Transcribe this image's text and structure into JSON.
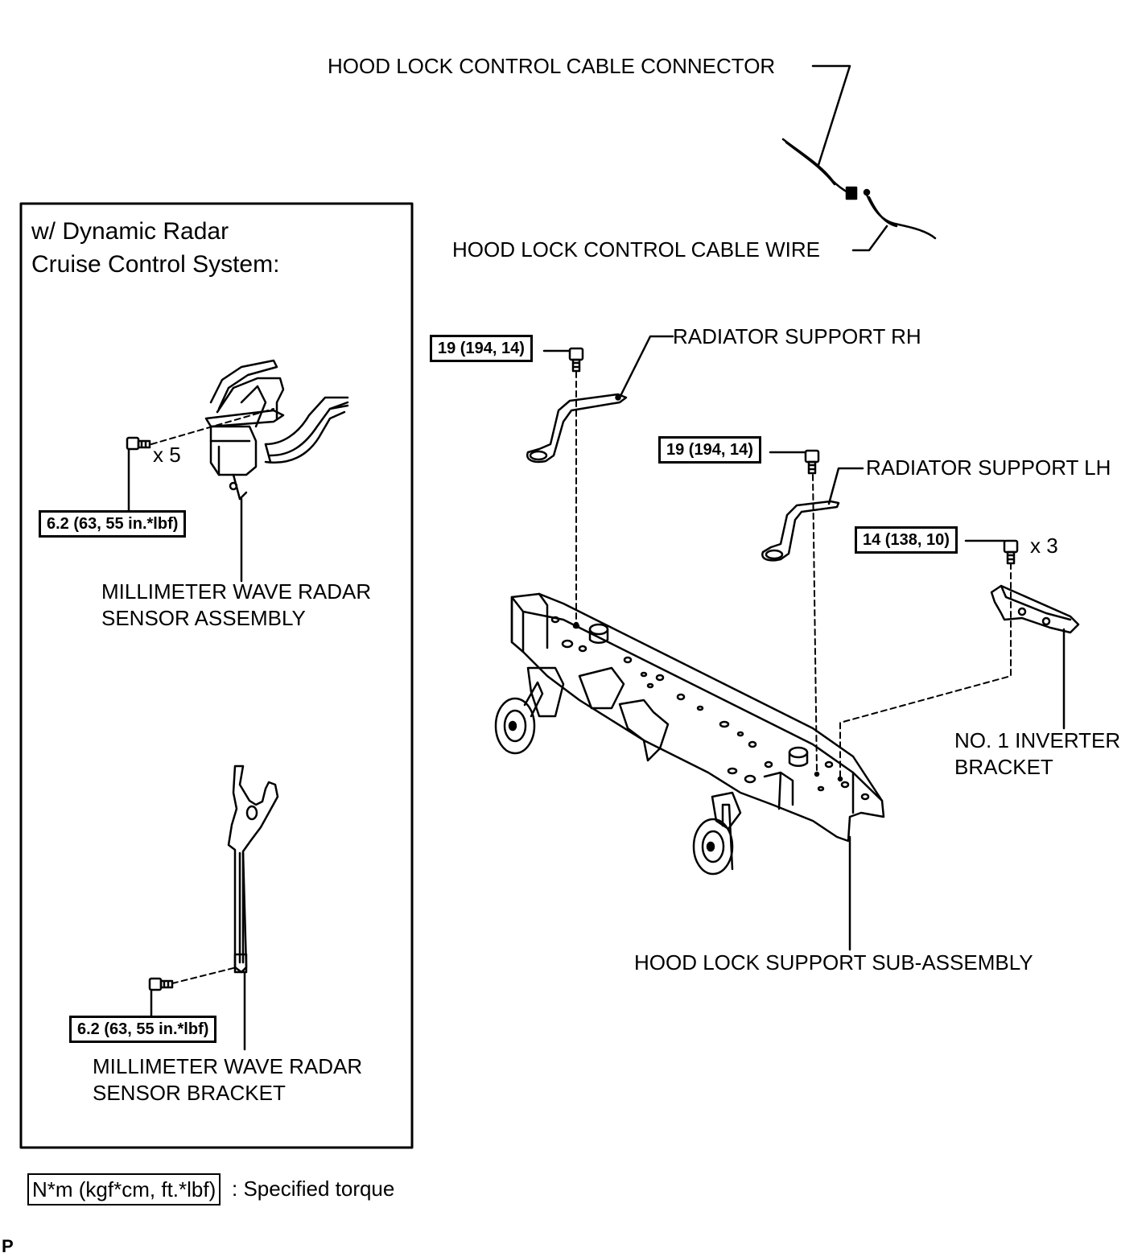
{
  "inset": {
    "title_line1": "w/ Dynamic Radar",
    "title_line2": "Cruise Control System:"
  },
  "labels": {
    "cable_connector": "HOOD LOCK CONTROL CABLE CONNECTOR",
    "cable_wire": "HOOD LOCK CONTROL CABLE WIRE",
    "radiator_rh": "RADIATOR SUPPORT RH",
    "radiator_lh": "RADIATOR SUPPORT LH",
    "inverter_bracket_l1": "NO. 1 INVERTER",
    "inverter_bracket_l2": "BRACKET",
    "hood_lock_support": "HOOD LOCK SUPPORT SUB-ASSEMBLY",
    "radar_sensor_l1": "MILLIMETER WAVE RADAR",
    "radar_sensor_l2": "SENSOR ASSEMBLY",
    "radar_bracket_l1": "MILLIMETER WAVE RADAR",
    "radar_bracket_l2": "SENSOR BRACKET"
  },
  "torques": {
    "radiator_rh": "19 (194, 14)",
    "radiator_lh": "19 (194, 14)",
    "inverter": "14 (138, 10)",
    "radar_sensor": "6.2 (63, 55 in.*lbf)",
    "radar_bracket": "6.2 (63, 55 in.*lbf)"
  },
  "quantities": {
    "radar_sensor_bolts": "x 5",
    "inverter_bolts": "x 3"
  },
  "legend": {
    "unit_box": "N*m (kgf*cm, ft.*lbf)",
    "description": ": Specified torque"
  },
  "corner_mark": "P"
}
